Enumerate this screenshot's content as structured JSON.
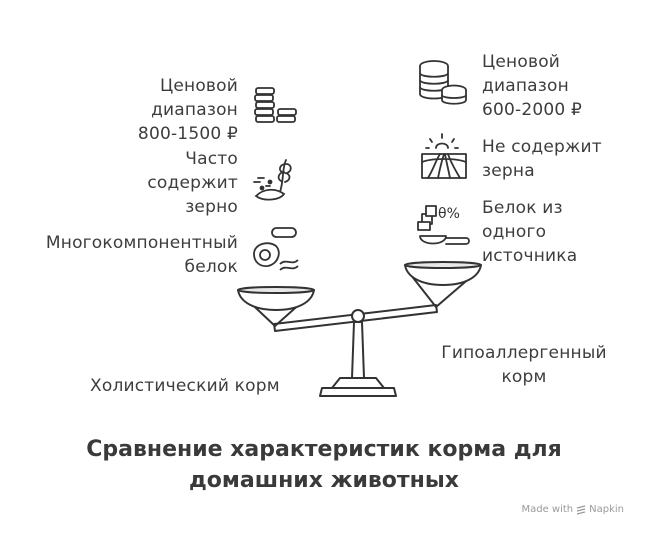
{
  "left": {
    "price": "Ценовой\nдиапазон\n800-1500 ₽",
    "grain": "Часто\nсодержит\nзерно",
    "protein": "Многокомпонентный\nбелок",
    "name": "Холистический корм"
  },
  "right": {
    "price": "Ценовой\nдиапазон\n600-2000 ₽",
    "grain": "Не содержит\nзерна",
    "protein": "Белок из\nодного\nисточника",
    "name": "Гипоаллергенный\nкорм"
  },
  "title": "Сравнение характеристик корма для\nдомашних животных",
  "footer": {
    "made_with": "Made with",
    "brand": "Napkin"
  },
  "icons": {
    "left_price": "coin-stacks-icon",
    "left_grain": "wheat-grain-icon",
    "left_protein": "meat-protein-icon",
    "right_price": "coin-stacks-icon",
    "right_grain": "sun-field-icon",
    "right_protein": "scoop-percent-icon"
  }
}
